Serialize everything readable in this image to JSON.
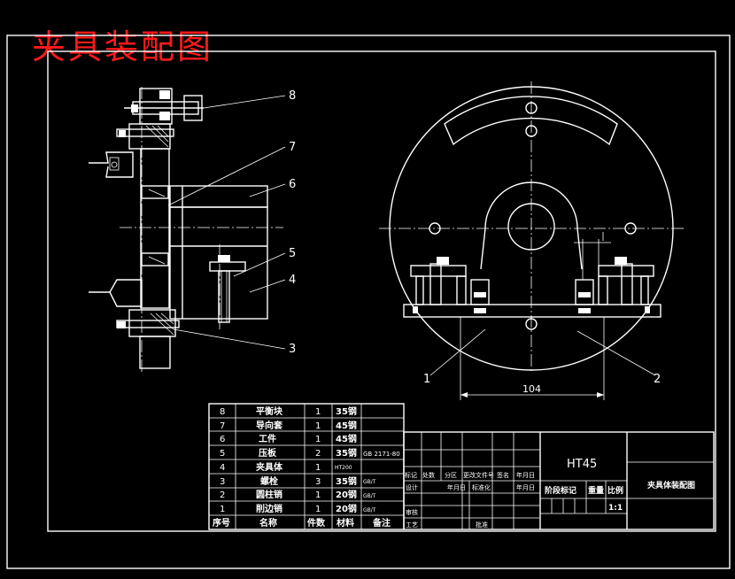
{
  "title": "夹具装配图",
  "leaders": {
    "left": [
      "8",
      "7",
      "6",
      "5",
      "4",
      "3"
    ],
    "right": [
      "1",
      "2"
    ],
    "dimension": "104"
  },
  "bom": {
    "header": [
      "序号",
      "名称",
      "件数",
      "材料",
      "备注"
    ],
    "rows": [
      {
        "no": "8",
        "name": "平衡块",
        "qty": "1",
        "mat": "35钢",
        "note": ""
      },
      {
        "no": "7",
        "name": "导向套",
        "qty": "1",
        "mat": "45钢",
        "note": ""
      },
      {
        "no": "6",
        "name": "工件",
        "qty": "1",
        "mat": "45钢",
        "note": ""
      },
      {
        "no": "5",
        "name": "压板",
        "qty": "2",
        "mat": "35钢",
        "note": "GB 2171-80"
      },
      {
        "no": "4",
        "name": "夹具体",
        "qty": "1",
        "mat": "HT200",
        "note": ""
      },
      {
        "no": "3",
        "name": "螺栓",
        "qty": "3",
        "mat": "35钢",
        "note": "GB/T"
      },
      {
        "no": "2",
        "name": "圆柱销",
        "qty": "1",
        "mat": "20钢",
        "note": "GB/T"
      },
      {
        "no": "1",
        "name": "削边销",
        "qty": "1",
        "mat": "20钢",
        "note": "GB/T"
      }
    ]
  },
  "titleblock": {
    "material": "HT45",
    "drawing_name": "夹具体装配图",
    "labels": {
      "mark": "标记",
      "count": "处数",
      "zone": "分区",
      "change_doc": "更改文件号",
      "sign": "签名",
      "date": "年月日",
      "design": "设计",
      "date2": "年月日",
      "standard": "标准化",
      "date3": "年月日",
      "stage_mark": "阶段标记",
      "weight": "重量",
      "scale_label": "比例",
      "check": "审核",
      "process": "工艺",
      "approve": "批准"
    },
    "scale": "1:1"
  }
}
